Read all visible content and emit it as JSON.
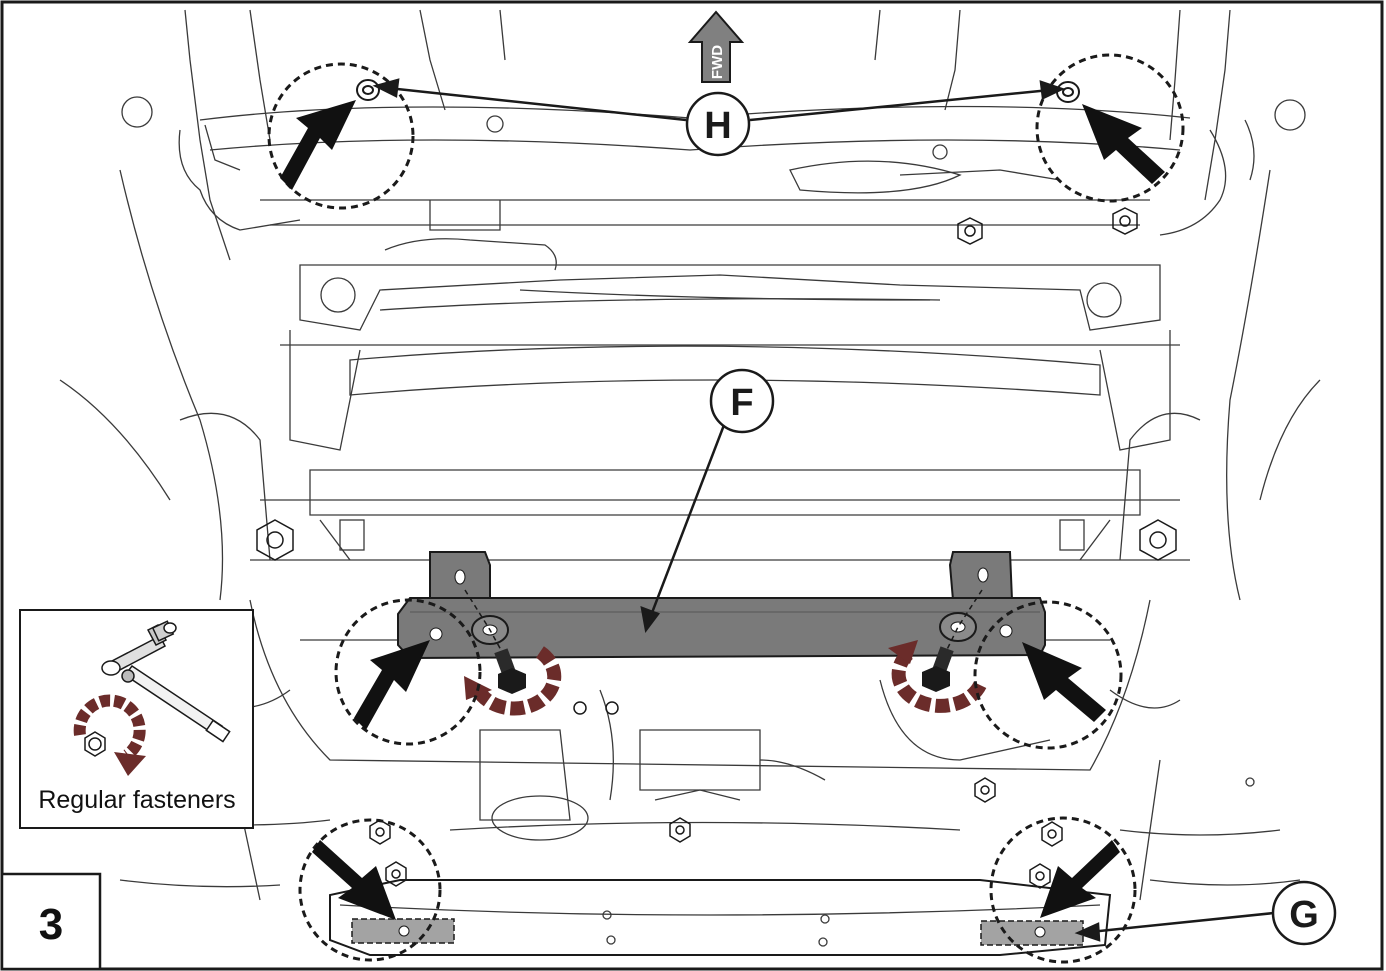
{
  "step_number": "3",
  "direction_label": "FWD",
  "callouts": {
    "h": "H",
    "f": "F",
    "g": "G"
  },
  "inset": {
    "caption": "Regular fasteners",
    "tool_icon": "ratchet-wrench-icon",
    "rotation_icon": "clockwise-rotation-icon"
  },
  "colors": {
    "line": "#1a1a1a",
    "plate_fill": "#7a7a7a",
    "rotation_arrow": "#6b2c2a",
    "shaded_patch": "#a3a3a3",
    "fwd_arrow": "#808080"
  }
}
